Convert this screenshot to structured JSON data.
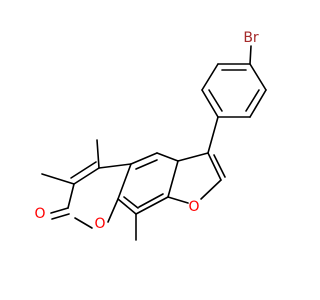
{
  "molecule": {
    "atom_labels": {
      "bromine": "Br",
      "carbonyl_oxygen": "O",
      "pyranone_oxygen": "O",
      "furan_oxygen": "O"
    },
    "colors": {
      "bond": "#000000",
      "bromine": "#a52a2a",
      "oxygen": "#ff0000",
      "background": "#ffffff"
    }
  }
}
